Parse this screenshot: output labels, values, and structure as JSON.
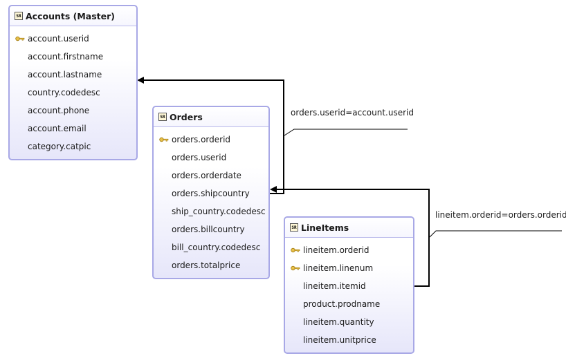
{
  "tables": {
    "accounts": {
      "title": "Accounts (Master)",
      "icon": "SR",
      "fields": [
        {
          "name": "account.userid",
          "key": true
        },
        {
          "name": "account.firstname",
          "key": false
        },
        {
          "name": "account.lastname",
          "key": false
        },
        {
          "name": "country.codedesc",
          "key": false
        },
        {
          "name": "account.phone",
          "key": false
        },
        {
          "name": "account.email",
          "key": false
        },
        {
          "name": "category.catpic",
          "key": false
        }
      ]
    },
    "orders": {
      "title": "Orders",
      "icon": "SR",
      "fields": [
        {
          "name": "orders.orderid",
          "key": true
        },
        {
          "name": "orders.userid",
          "key": false
        },
        {
          "name": "orders.orderdate",
          "key": false
        },
        {
          "name": "orders.shipcountry",
          "key": false
        },
        {
          "name": "ship_country.codedesc",
          "key": false
        },
        {
          "name": "orders.billcountry",
          "key": false
        },
        {
          "name": "bill_country.codedesc",
          "key": false
        },
        {
          "name": "orders.totalprice",
          "key": false
        }
      ]
    },
    "lineitems": {
      "title": "LineItems",
      "icon": "SR",
      "fields": [
        {
          "name": "lineitem.orderid",
          "key": true
        },
        {
          "name": "lineitem.linenum",
          "key": true
        },
        {
          "name": "lineitem.itemid",
          "key": false
        },
        {
          "name": "product.prodname",
          "key": false
        },
        {
          "name": "lineitem.quantity",
          "key": false
        },
        {
          "name": "lineitem.unitprice",
          "key": false
        }
      ]
    }
  },
  "links": {
    "orders_accounts": "orders.userid=account.userid",
    "lineitems_orders": "lineitem.orderid=orders.orderid"
  },
  "colors": {
    "table_border": "#a8a8e6",
    "table_fill": "#e6e6fa",
    "link_line": "#000000",
    "key_icon": "#e8c04a"
  }
}
